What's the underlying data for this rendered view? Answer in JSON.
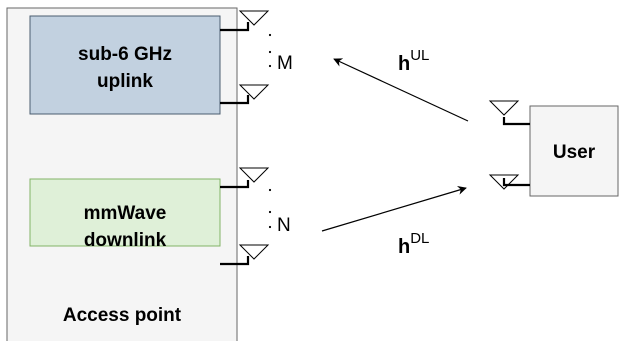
{
  "access_point": {
    "label": "Access point"
  },
  "uplink_box": {
    "line1": "sub-6 GHz",
    "line2": "uplink"
  },
  "downlink_box": {
    "line1": "mmWave",
    "line2": "downlink"
  },
  "user_box": {
    "label": "User"
  },
  "antenna_counts": {
    "uplink": "M",
    "downlink": "N"
  },
  "channels": {
    "uplink": {
      "base": "h",
      "sup": "UL"
    },
    "downlink": {
      "base": "h",
      "sup": "DL"
    }
  },
  "colors": {
    "uplink_fill": "#c2d1e0",
    "downlink_fill": "#dff0d8",
    "downlink_border": "#82b366",
    "panel_fill": "#f5f5f5"
  }
}
